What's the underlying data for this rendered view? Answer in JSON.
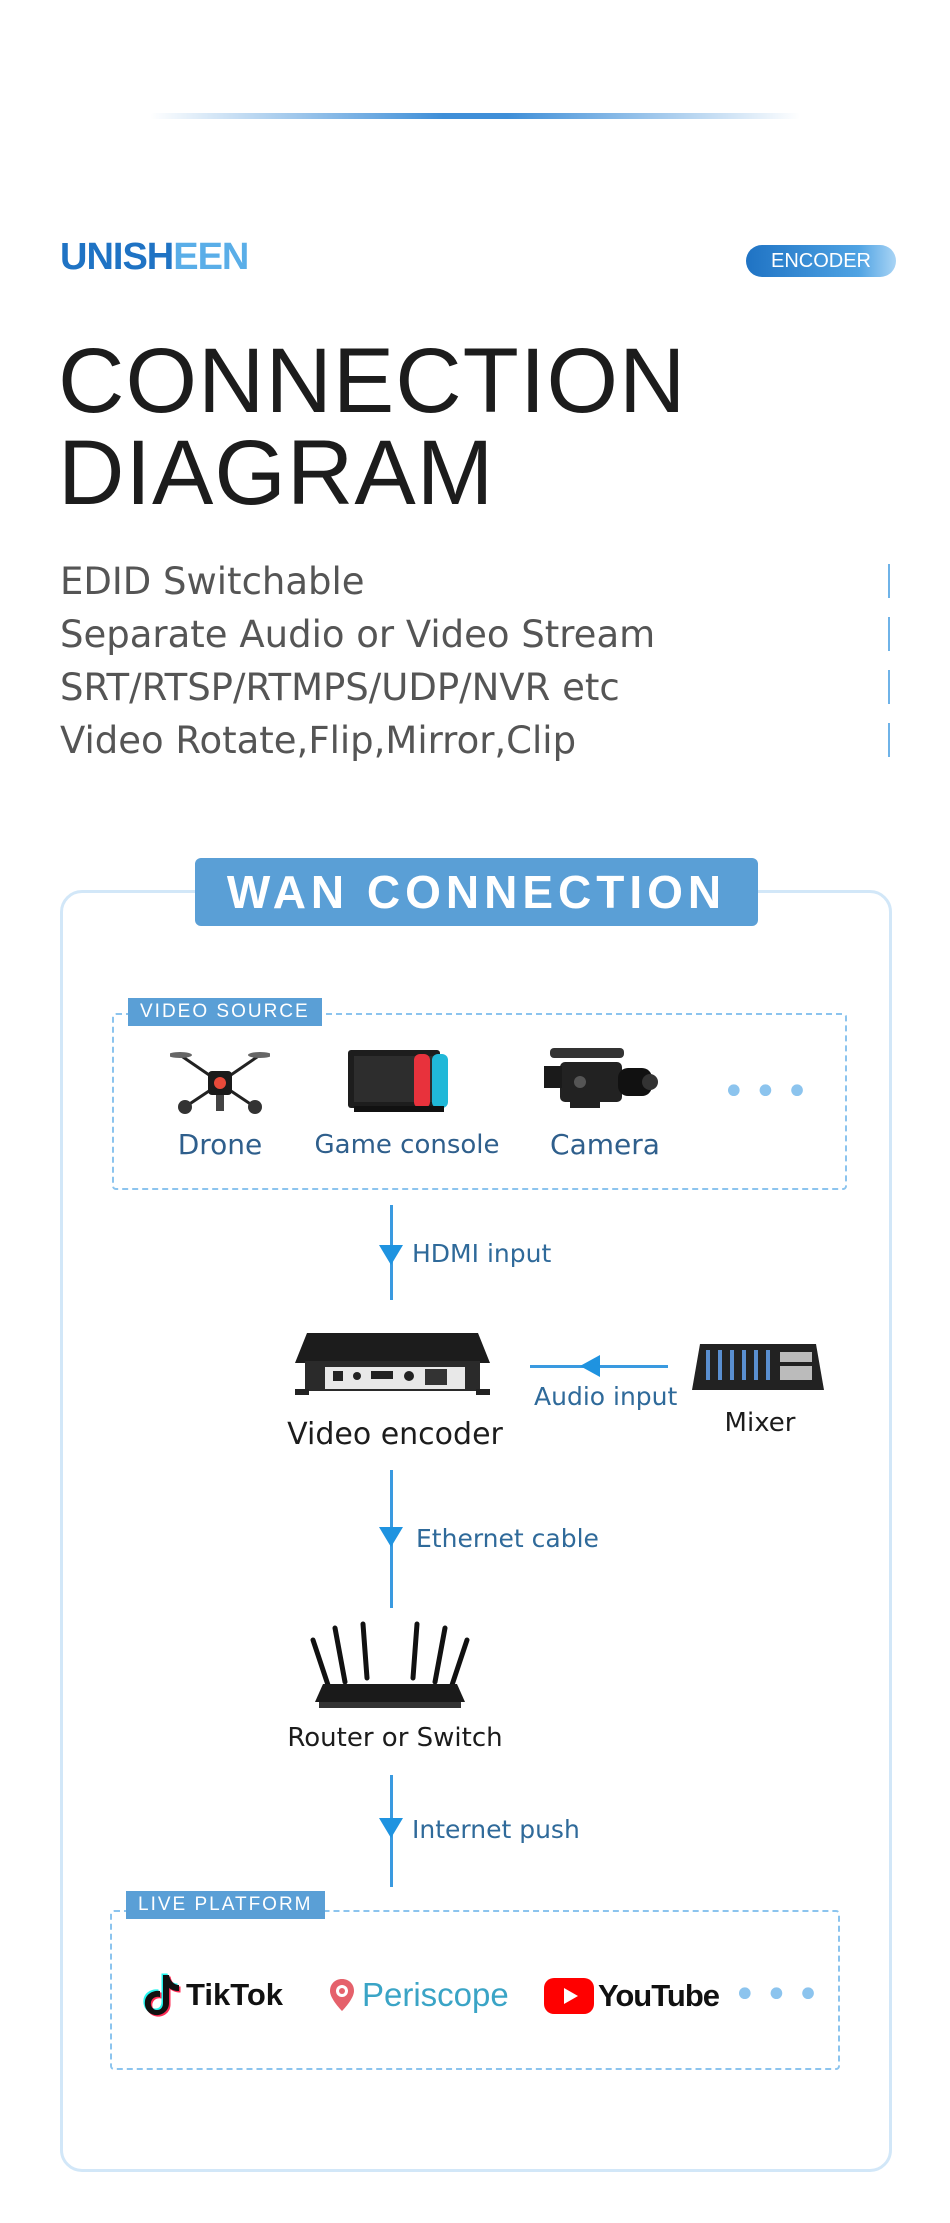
{
  "brand": {
    "logo_part1": "UNISH",
    "logo_part2": "EEN",
    "badge": "ENCODER"
  },
  "title": {
    "line1": "CONNECTION",
    "line2": "DIAGRAM"
  },
  "features": [
    "EDID Switchable",
    "Separate Audio or Video Stream",
    "SRT/RTSP/RTMPS/UDP/NVR etc",
    "Video Rotate,Flip,Mirror,Clip"
  ],
  "diagram": {
    "heading": "WAN CONNECTION",
    "video_source": {
      "tag": "VIDEO SOURCE",
      "items": [
        "Drone",
        "Game console",
        "Camera"
      ],
      "more": "•••"
    },
    "hdmi_label": "HDMI input",
    "encoder_label": "Video encoder",
    "audio_label": "Audio input",
    "mixer_label": "Mixer",
    "ethernet_label": "Ethernet cable",
    "router_label": "Router or Switch",
    "internet_label": "Internet push",
    "live_platform": {
      "tag": "LIVE PLATFORM",
      "tiktok": "TikTok",
      "periscope": "Periscope",
      "youtube": "YouTube",
      "more": "•••"
    }
  },
  "colors": {
    "accent": "#5a9fd6",
    "brand_blue": "#1f73c4",
    "arrow": "#1f93e0"
  }
}
